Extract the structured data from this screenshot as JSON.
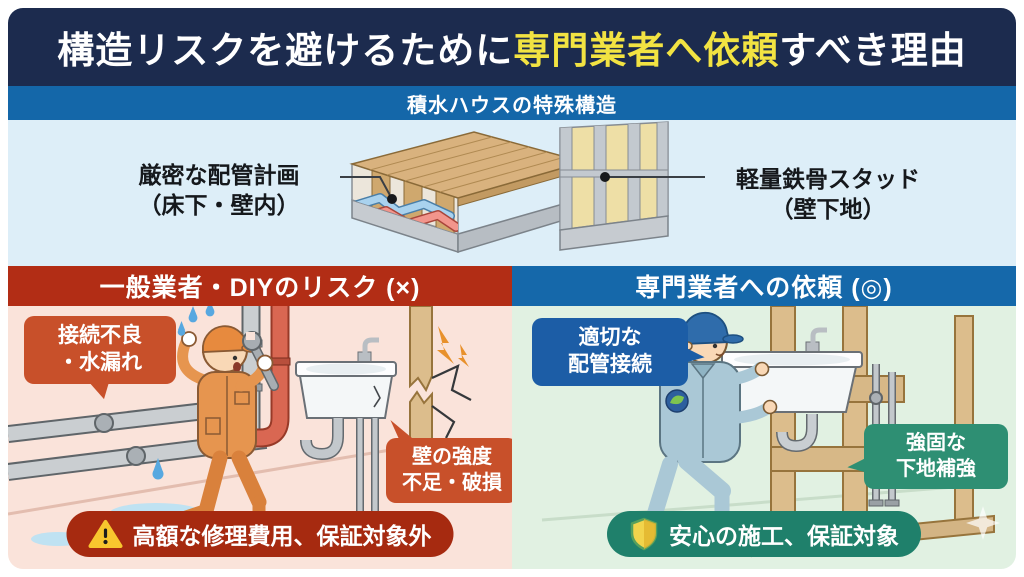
{
  "title": {
    "prefix": "構造リスクを避けるために",
    "highlight": "専門業者へ依頼",
    "suffix": "すべき理由"
  },
  "banner": {
    "label": "積水ハウスの特殊構造"
  },
  "structure": {
    "left_label": {
      "line1": "厳密な配管計画",
      "line2": "（床下・壁内）"
    },
    "right_label": {
      "line1": "軽量鉄骨スタッド",
      "line2": "（壁下地）"
    }
  },
  "risk_panel": {
    "header": "一般業者・DIYのリスク (×)",
    "bubble_leak": {
      "line1": "接続不良",
      "line2": "・水漏れ"
    },
    "bubble_wall": {
      "line1": "壁の強度",
      "line2": "不足・破損"
    },
    "badge": {
      "icon": "warning-triangle-icon",
      "label": "高額な修理費用、保証対象外"
    }
  },
  "pro_panel": {
    "header": "専門業者への依頼 (◎)",
    "bubble_piping": {
      "line1": "適切な",
      "line2": "配管接続"
    },
    "bubble_base": {
      "line1": "強固な",
      "line2": "下地補強"
    },
    "badge": {
      "icon": "shield-icon",
      "label": "安心の施工、保証対象"
    },
    "sparkle": "sparkle-icon"
  },
  "colors": {
    "header_navy": "#1c2b4e",
    "banner_blue": "#1467a9",
    "structure_bg": "#ddeef8",
    "risk_red": "#b22d15",
    "risk_bg": "#fae3da",
    "pro_blue": "#1568aa",
    "pro_bg": "#e1f1e2",
    "bubble_orange": "#c8502a",
    "badge_red": "#a62a10",
    "bubble_blue": "#1c5da6",
    "bubble_green": "#2e8f73",
    "badge_green": "#1f806b",
    "highlight_yellow": "#f2e342"
  }
}
